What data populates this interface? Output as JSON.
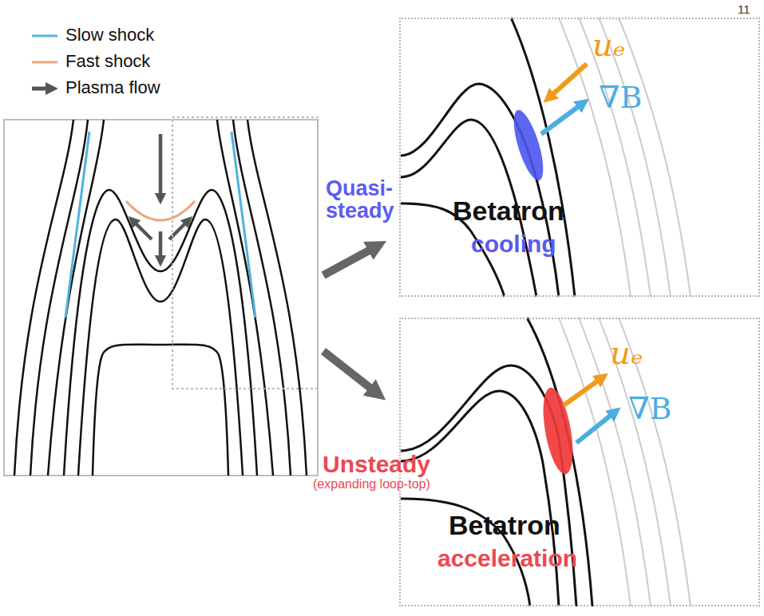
{
  "diagram": {
    "nodes": [
      {
        "text": [
          "uₑ",
          "∇B",
          "Betatron",
          "cooling"
        ]
      },
      {
        "text": [
          "uₑ",
          "∇B",
          "Betatron",
          "acceleration"
        ]
      }
    ],
    "labels": [
      "11",
      "Quasi- steady",
      "Unsteady",
      "(expanding loop-top)"
    ],
    "legend": [
      {
        "text": "Slow shock"
      },
      {
        "text": "Fast shock"
      },
      {
        "text": "Plasma flow"
      }
    ]
  }
}
